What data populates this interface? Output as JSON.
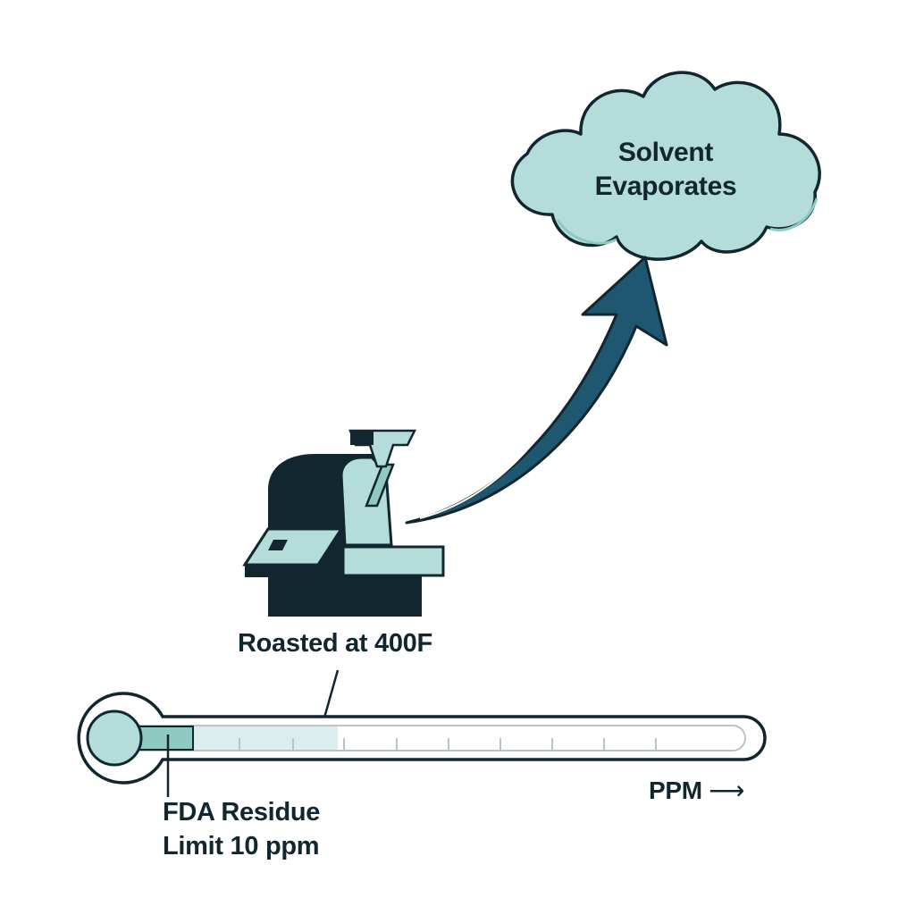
{
  "cloud": {
    "line1": "Solvent",
    "line2": "Evaporates"
  },
  "roaster": {
    "label": "Roasted at 400F"
  },
  "scale": {
    "limit_line1": "FDA Residue",
    "limit_line2": "Limit 10 ppm",
    "unit_label": "PPM",
    "unit_arrow": "⟶"
  },
  "colors": {
    "ink": "#11262f",
    "teal_light": "#b4dcd9",
    "teal_mid": "#8fc9c1",
    "arrow_blue": "#1f5670",
    "fill_pale": "#dbeeed"
  }
}
